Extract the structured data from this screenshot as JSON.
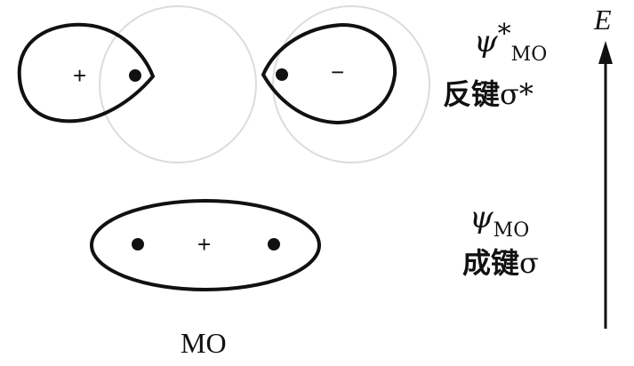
{
  "antibonding": {
    "psi_symbol": "ψ",
    "star": "*",
    "subscript": "MO",
    "label_cn": "反键",
    "sigma": "σ",
    "sigma_star": "*",
    "left_lobe_sign": "+",
    "right_lobe_sign": "−"
  },
  "bonding": {
    "psi_symbol": "ψ",
    "subscript": "MO",
    "label_cn": "成键",
    "sigma": "σ",
    "center_sign": "+"
  },
  "caption": "MO",
  "energy_axis_label": "E",
  "colors": {
    "ink": "#111111",
    "background": "#ffffff",
    "faint_circles": "#dcdcdc"
  }
}
